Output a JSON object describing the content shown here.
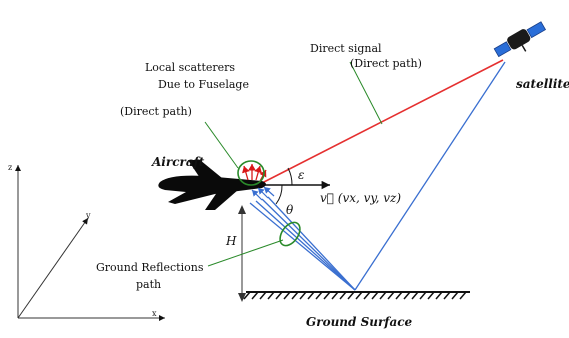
{
  "labels": {
    "direct_signal": "Direct signal",
    "direct_path_top": "(Direct path)",
    "satellite": "satellite",
    "local_scatterers_1": "Local scatterers",
    "local_scatterers_2": "Due to Fuselage",
    "direct_path_left": "(Direct path)",
    "aircraft": "Aircraft",
    "angle_top": "ε",
    "velocity": "v⃗ (vx, vy, vz)",
    "theta": "θ",
    "height": "H",
    "ground_reflections_1": "Ground Reflections",
    "ground_reflections_2": "path",
    "ground_surface": "Ground Surface"
  },
  "axes": {
    "z": "z",
    "y": "y",
    "x": "x"
  },
  "colors": {
    "direct_signal": "#e53030",
    "ground_path": "#3a6fd0",
    "annotation_circle": "#2a8a2a",
    "scatter_arrows": "#d81818"
  },
  "icons": {
    "aircraft": "airplane-icon",
    "satellite": "satellite-icon"
  }
}
